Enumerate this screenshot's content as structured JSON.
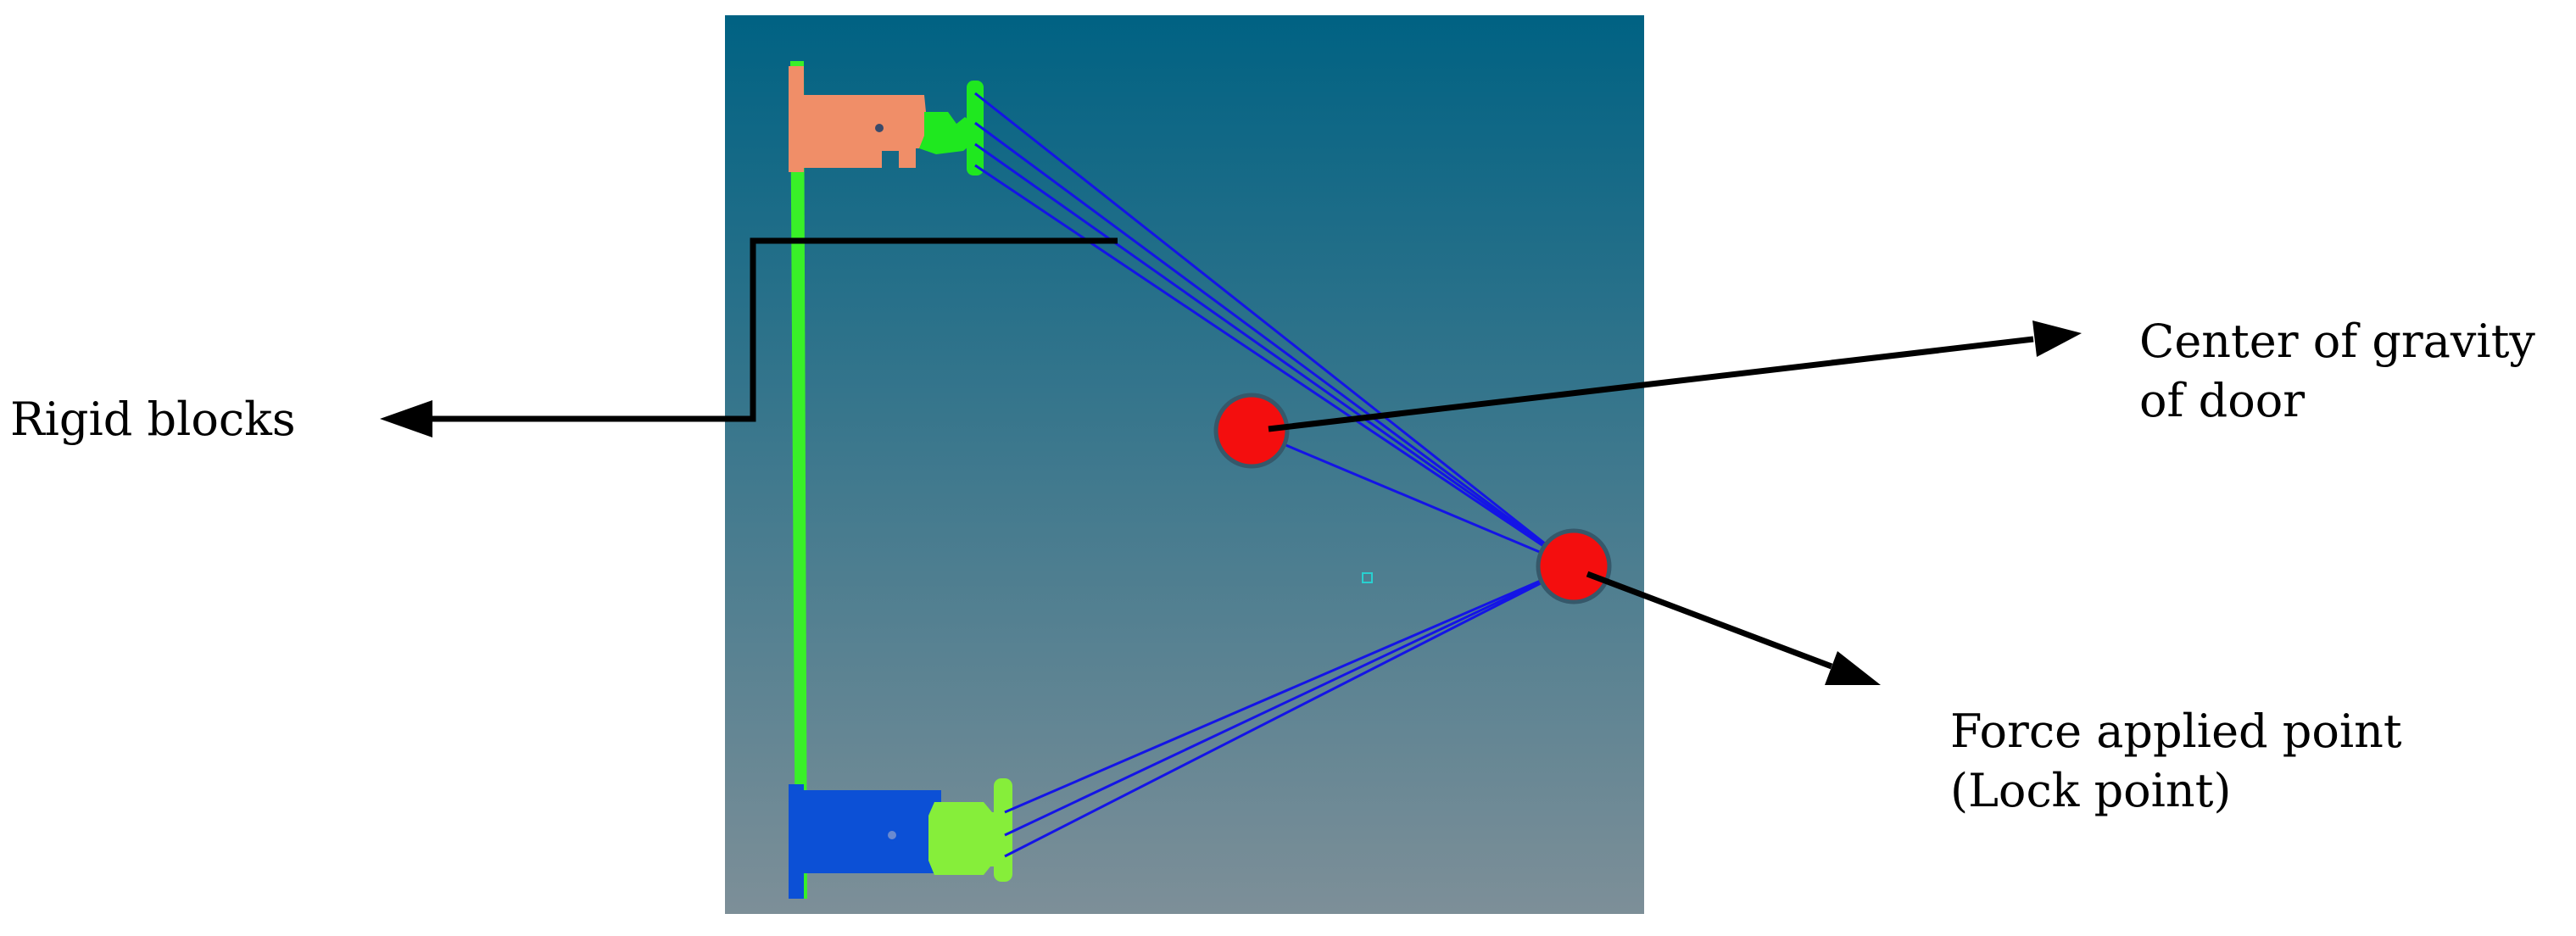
{
  "labels": {
    "rigid_blocks": "Rigid blocks",
    "center_of_gravity": [
      "Center of gravity",
      "of door"
    ],
    "force_applied_point": [
      "Force applied point",
      "(Lock point)"
    ]
  },
  "colors": {
    "viewport_top": "#006283",
    "viewport_bottom": "#7d8f98",
    "door_edge": "#39f028",
    "upper_hinge_block": "#f08e68",
    "upper_hinge_bracket": "#1fe81f",
    "lower_hinge_block": "#0c50d6",
    "lower_hinge_bracket": "#86ee3a",
    "rigid_link_lines": "#1414e6",
    "marker_fill": "#f40e0e",
    "marker_stroke": "#36586a",
    "pointer_arrow": "#000000"
  },
  "icons": {
    "node_marker": "small-square-icon",
    "arrowheads": "arrow-icon"
  }
}
